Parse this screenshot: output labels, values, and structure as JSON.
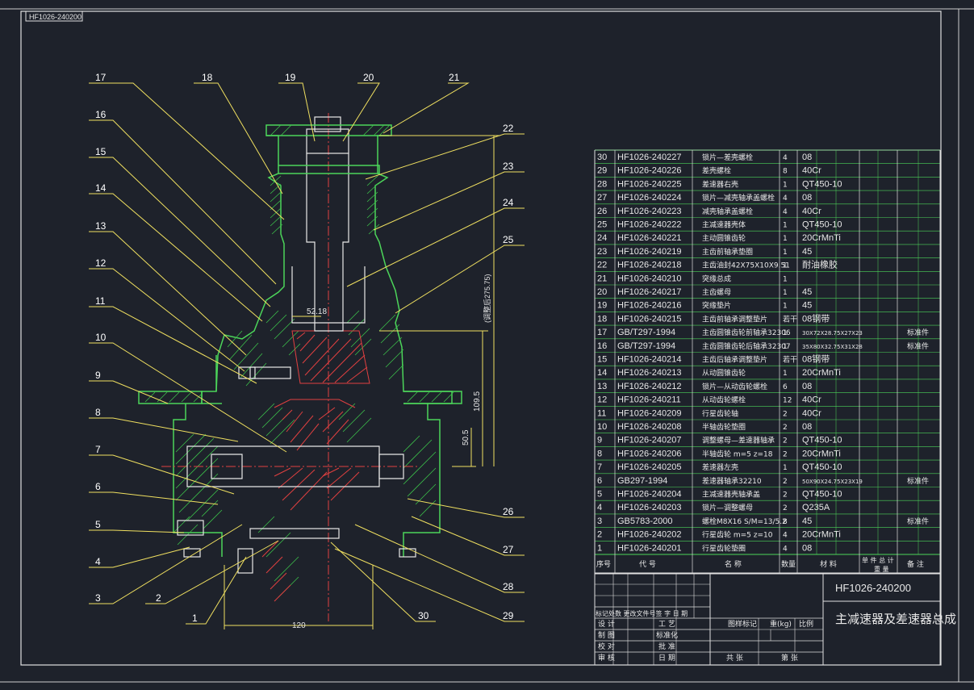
{
  "drawing": {
    "stamp": "HF1026-240200",
    "number": "HF1026-240200",
    "title": "主减速器及差速器总成",
    "dimensions": {
      "d1": "120",
      "d2": "50.5",
      "d3": "109.5",
      "d4": "52.18",
      "d5": "(调整后275.75)"
    },
    "callouts": [
      "1",
      "2",
      "3",
      "4",
      "5",
      "6",
      "7",
      "8",
      "9",
      "10",
      "11",
      "12",
      "13",
      "14",
      "15",
      "16",
      "17",
      "18",
      "19",
      "20",
      "21",
      "22",
      "23",
      "24",
      "25",
      "26",
      "27",
      "28",
      "29",
      "30"
    ]
  },
  "bom": {
    "header": [
      "序号",
      "代 号",
      "名 称",
      "数量",
      "材 料",
      "单 件 总 计",
      "重 量",
      "备 注"
    ],
    "rows": [
      [
        "30",
        "HF1026-240227",
        "锁片—差壳螺栓",
        "4",
        "08",
        ""
      ],
      [
        "29",
        "HF1026-240226",
        "差壳螺栓",
        "8",
        "40Cr",
        ""
      ],
      [
        "28",
        "HF1026-240225",
        "差速器右壳",
        "1",
        "QT450-10",
        ""
      ],
      [
        "27",
        "HF1026-240224",
        "锁片—减壳轴承盖螺栓",
        "4",
        "08",
        ""
      ],
      [
        "26",
        "HF1026-240223",
        "减壳轴承盖螺栓",
        "4",
        "40Cr",
        ""
      ],
      [
        "25",
        "HF1026-240222",
        "主减速器壳体",
        "1",
        "QT450-10",
        ""
      ],
      [
        "24",
        "HF1026-240221",
        "主动圆锥齿轮",
        "1",
        "20CrMnTi",
        ""
      ],
      [
        "23",
        "HF1026-240219",
        "主齿前轴承垫圈",
        "1",
        "45",
        ""
      ],
      [
        "22",
        "HF1026-240218",
        "主齿油封42X75X10X9.51",
        "1",
        "耐油橡胶",
        ""
      ],
      [
        "21",
        "HF1026-240210",
        "突缘总成",
        "1",
        "",
        ""
      ],
      [
        "20",
        "HF1026-240217",
        "主齿螺母",
        "1",
        "45",
        ""
      ],
      [
        "19",
        "HF1026-240216",
        "突缘垫片",
        "1",
        "45",
        ""
      ],
      [
        "18",
        "HF1026-240215",
        "主齿前轴承调整垫片",
        "若干",
        "08钢带",
        ""
      ],
      [
        "17",
        "GB/T297-1994",
        "主齿圆锥齿轮前轴承32306",
        "1",
        "30X72X28.75X27X23",
        "标准件"
      ],
      [
        "16",
        "GB/T297-1994",
        "主齿圆锥齿轮后轴承32307",
        "1",
        "35X80X32.75X31X28",
        "标准件"
      ],
      [
        "15",
        "HF1026-240214",
        "主齿后轴承调整垫片",
        "若干",
        "08钢带",
        ""
      ],
      [
        "14",
        "HF1026-240213",
        "从动圆锥齿轮",
        "1",
        "20CrMnTi",
        ""
      ],
      [
        "13",
        "HF1026-240212",
        "锁片—从动齿轮螺栓",
        "6",
        "08",
        ""
      ],
      [
        "12",
        "HF1026-240211",
        "从动齿轮螺栓",
        "12",
        "40Cr",
        ""
      ],
      [
        "11",
        "HF1026-240209",
        "行星齿轮轴",
        "2",
        "40Cr",
        ""
      ],
      [
        "10",
        "HF1026-240208",
        "半轴齿轮垫圈",
        "2",
        "08",
        ""
      ],
      [
        "9",
        "HF1026-240207",
        "调整螺母—差速器轴承",
        "2",
        "QT450-10",
        ""
      ],
      [
        "8",
        "HF1026-240206",
        "半轴齿轮 m=5  z=18",
        "2",
        "20CrMnTi",
        ""
      ],
      [
        "7",
        "HF1026-240205",
        "差速器左壳",
        "1",
        "QT450-10",
        ""
      ],
      [
        "6",
        "GB297-1994",
        "差速器轴承32210",
        "2",
        "50X90X24.75X23X19",
        "标准件"
      ],
      [
        "5",
        "HF1026-240204",
        "主减速器壳轴承盖",
        "2",
        "QT450-10",
        ""
      ],
      [
        "4",
        "HF1026-240203",
        "锁片—调整螺母",
        "2",
        "Q235A",
        ""
      ],
      [
        "3",
        "GB5783-2000",
        "螺栓M8X16 S/M=13/5.2",
        "8",
        "45",
        "标准件"
      ],
      [
        "2",
        "HF1026-240202",
        "行星齿轮 m=5  z=10",
        "4",
        "20CrMnTi",
        ""
      ],
      [
        "1",
        "HF1026-240201",
        "行星齿轮垫圈",
        "4",
        "08",
        ""
      ]
    ]
  },
  "title_block": {
    "rev_header": "标记处数  更改文件号签  字  日  期",
    "design": "设  计",
    "process": "工  艺",
    "draw": "制  图",
    "std": "标准化",
    "check": "校  对",
    "approve": "批  准",
    "review": "审  核",
    "date": "日  期",
    "stage_mark": "图样标记",
    "weight_kg": "重(kg)",
    "scale": "比例",
    "total_sheets": "共        张",
    "sheet": "第        张"
  }
}
